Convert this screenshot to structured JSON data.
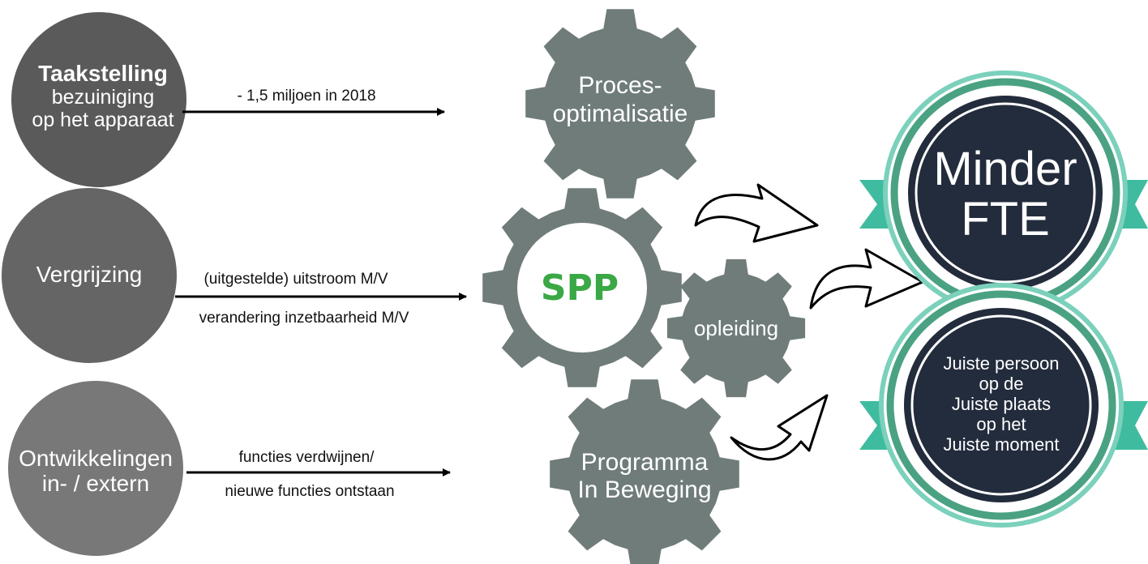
{
  "inputs": [
    {
      "title": "Taakstelling",
      "lines": [
        "bezuiniging",
        "op het apparaat"
      ],
      "arrow_labels": [
        "- 1,5 miljoen in 2018"
      ]
    },
    {
      "title": "Vergrijzing",
      "lines": [],
      "arrow_labels": [
        "(uitgestelde) uitstroom M/V",
        "verandering inzetbaarheid M/V"
      ]
    },
    {
      "title": "Ontwikkelingen",
      "lines": [
        "in- / extern"
      ],
      "arrow_labels": [
        "functies verdwijnen/",
        "nieuwe functies ontstaan"
      ]
    }
  ],
  "gears": {
    "top": [
      "Proces-",
      "optimalisatie"
    ],
    "center": "SPP",
    "small": "opleiding",
    "bottom": [
      "Programma",
      "In Beweging"
    ]
  },
  "outcomes": [
    {
      "lines": [
        "Minder",
        "FTE"
      ]
    },
    {
      "lines": [
        "Juiste persoon",
        "op de",
        "Juiste plaats",
        "op het",
        "Juiste moment"
      ]
    }
  ],
  "colors": {
    "circle_1": "#5a5a5a",
    "circle_2": "#656565",
    "circle_3": "#787878",
    "gear": "#6f7c7a",
    "spp_text": "#3aa845",
    "badge_fill": "#232c3c",
    "ribbon": "#3fbc9f",
    "ring_green": "#4aa283"
  }
}
